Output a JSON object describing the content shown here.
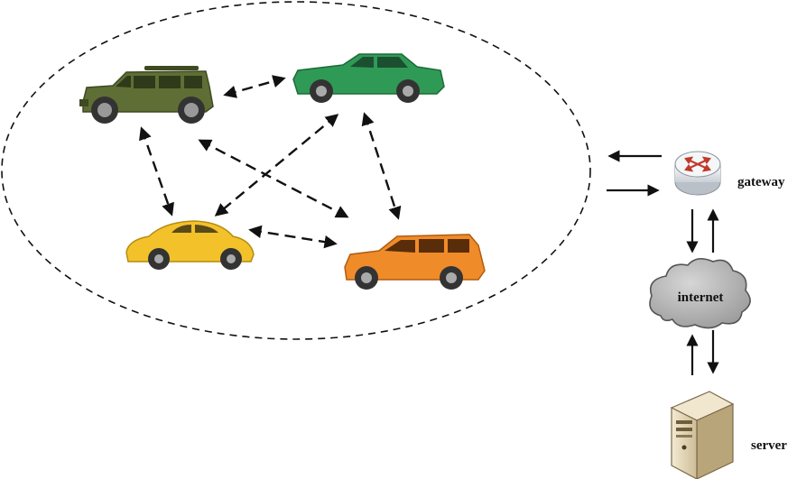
{
  "labels": {
    "gateway": "gateway",
    "internet": "internet",
    "server": "server"
  },
  "icons": {
    "vehicles": [
      "suv-icon",
      "sedan-icon",
      "beetle-car-icon",
      "minivan-icon"
    ],
    "gateway": "router-icon",
    "internet": "cloud-icon",
    "server": "server-tower-icon"
  },
  "colors": {
    "suv": "#5f6e34",
    "sedan": "#2f9a55",
    "beetle": "#f3c22a",
    "minivan": "#f08b2a",
    "cloud": "#b8b8b8",
    "router": "#e9ecef",
    "router_arrows": "#c0392b",
    "server": "#e8dcc0"
  }
}
